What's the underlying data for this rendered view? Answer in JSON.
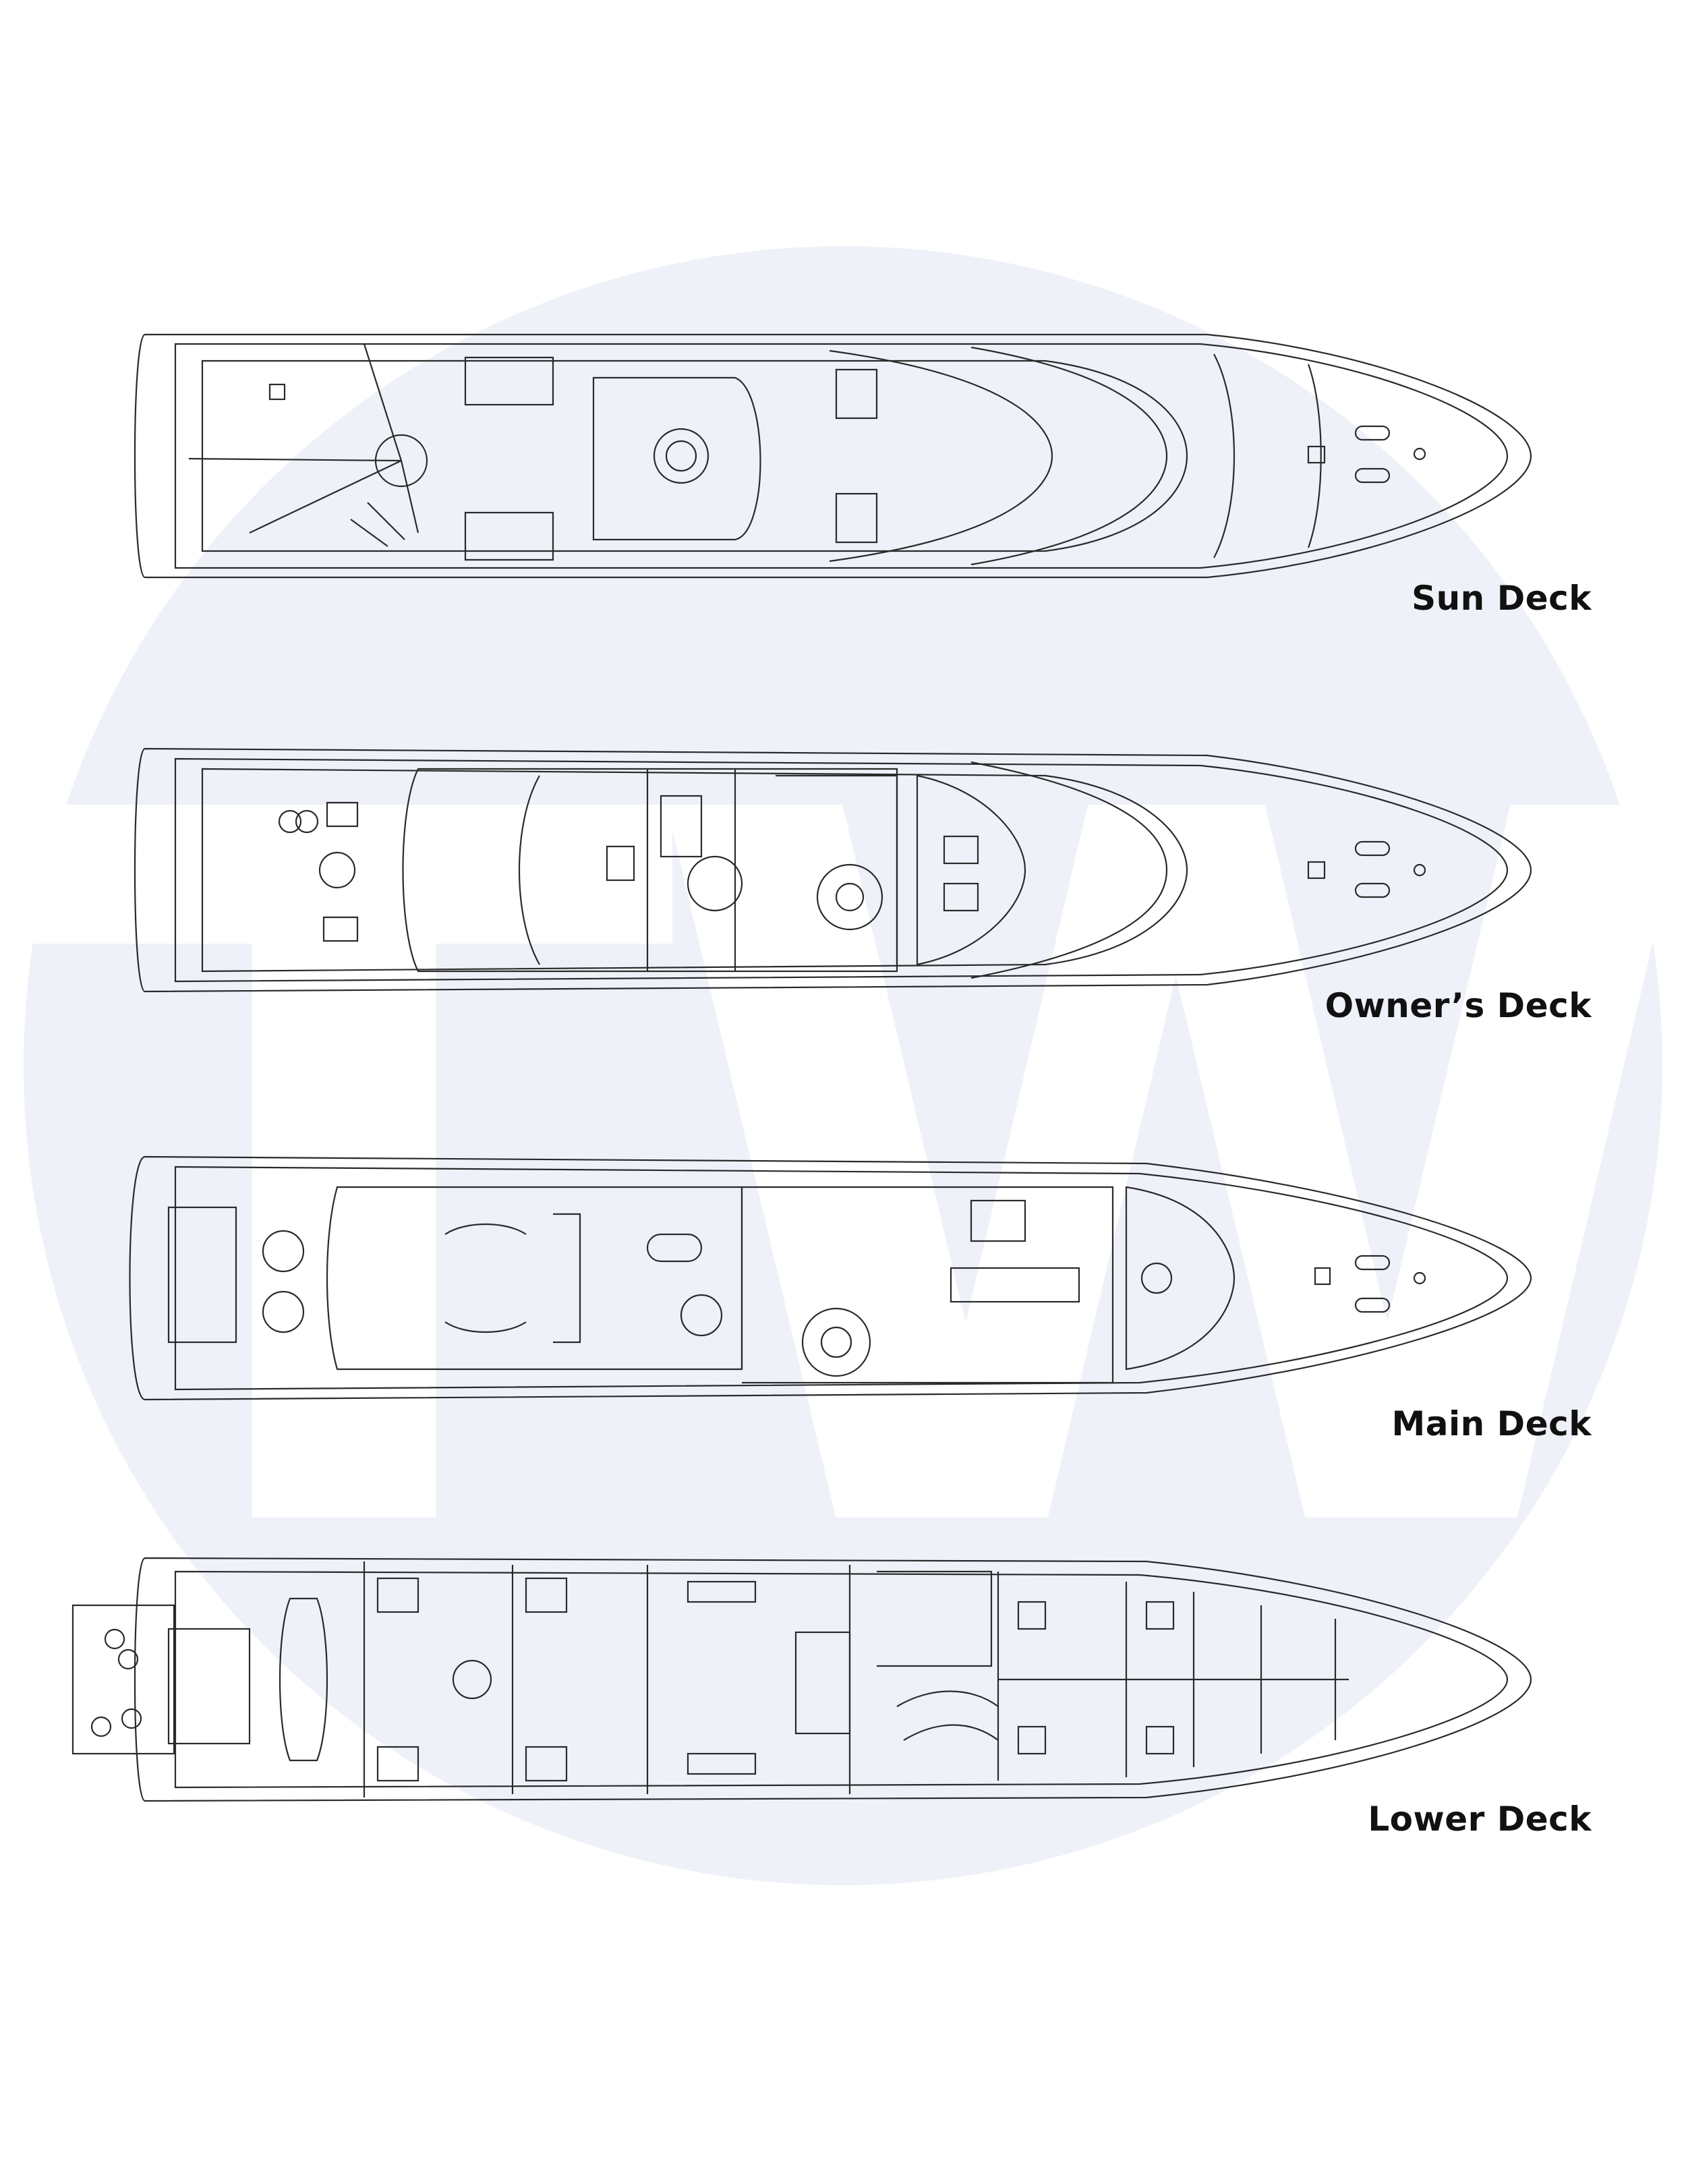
{
  "watermark": {
    "text": "TW",
    "circle_color": "#eef1f8",
    "letter_color": "#ffffff"
  },
  "line_color": "#2a2a2a",
  "decks": [
    {
      "id": "sun",
      "label": "Sun Deck"
    },
    {
      "id": "owner",
      "label": "Owner’s Deck"
    },
    {
      "id": "main",
      "label": "Main Deck"
    },
    {
      "id": "lower",
      "label": "Lower Deck"
    }
  ]
}
